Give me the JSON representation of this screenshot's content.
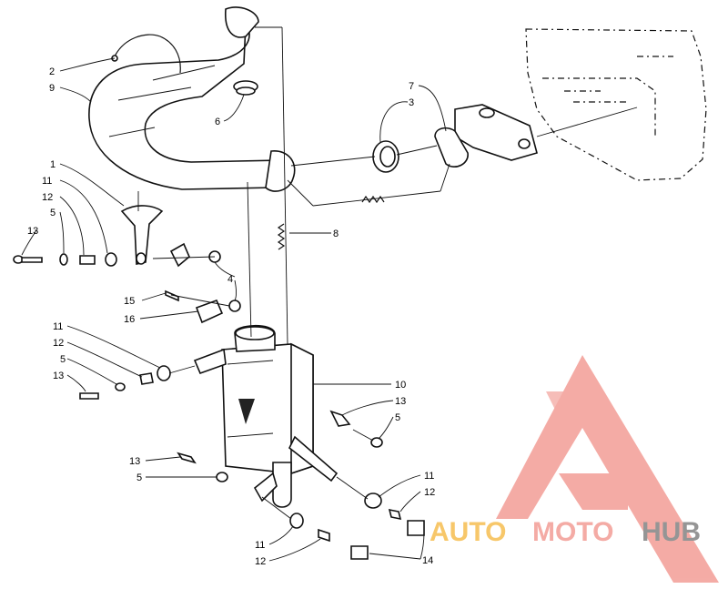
{
  "callouts": [
    {
      "id": "c2",
      "text": "2"
    },
    {
      "id": "c9",
      "text": "9"
    },
    {
      "id": "c6",
      "text": "6"
    },
    {
      "id": "c7",
      "text": "7"
    },
    {
      "id": "c3",
      "text": "3"
    },
    {
      "id": "c1",
      "text": "1"
    },
    {
      "id": "c11a",
      "text": "11"
    },
    {
      "id": "c12a",
      "text": "12"
    },
    {
      "id": "c5a",
      "text": "5"
    },
    {
      "id": "c13a",
      "text": "13"
    },
    {
      "id": "c8",
      "text": "8"
    },
    {
      "id": "c4",
      "text": "4"
    },
    {
      "id": "c15",
      "text": "15"
    },
    {
      "id": "c16",
      "text": "16"
    },
    {
      "id": "c11b",
      "text": "11"
    },
    {
      "id": "c12b",
      "text": "12"
    },
    {
      "id": "c5b",
      "text": "5"
    },
    {
      "id": "c13b",
      "text": "13"
    },
    {
      "id": "c10",
      "text": "10"
    },
    {
      "id": "c13c",
      "text": "13"
    },
    {
      "id": "c5c",
      "text": "5"
    },
    {
      "id": "c13d",
      "text": "13"
    },
    {
      "id": "c5d",
      "text": "5"
    },
    {
      "id": "c11c",
      "text": "11"
    },
    {
      "id": "c12c",
      "text": "12"
    },
    {
      "id": "c11d",
      "text": "11"
    },
    {
      "id": "c12d",
      "text": "12"
    },
    {
      "id": "c14",
      "text": "14"
    }
  ],
  "watermark": {
    "word_part1": "AUTO",
    "word_part2": "MOTO",
    "word_part3": "HUB",
    "color_part1": "#f7c25a",
    "color_part2": "#f3a39c",
    "color_part3": "#8a8a8a",
    "logo_color": "#f3a39c"
  }
}
